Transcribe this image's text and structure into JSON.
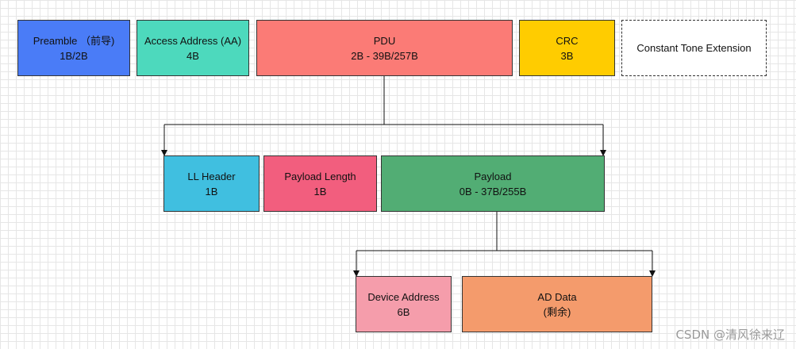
{
  "diagram": {
    "top_row": {
      "preamble": {
        "name": "Preamble （前导)",
        "size": "1B/2B",
        "color": "#4A7CF7"
      },
      "access_address": {
        "name": "Access Address (AA)",
        "size": "4B",
        "color": "#4DD9BD"
      },
      "pdu": {
        "name": "PDU",
        "size": "2B - 39B/257B",
        "color": "#FB7B76"
      },
      "crc": {
        "name": "CRC",
        "size": "3B",
        "color": "#FFCC00"
      },
      "cte": {
        "name": "Constant Tone Extension"
      }
    },
    "pdu_row": {
      "ll_header": {
        "name": "LL Header",
        "size": "1B",
        "color": "#40BFE0"
      },
      "payload_length": {
        "name": "Payload Length",
        "size": "1B",
        "color": "#F25E7E"
      },
      "payload": {
        "name": "Payload",
        "size": "0B - 37B/255B",
        "color": "#52AD74"
      }
    },
    "payload_row": {
      "device_address": {
        "name": "Device Address",
        "size": "6B",
        "color": "#F59DAB"
      },
      "ad_data": {
        "name": "AD Data",
        "size": "(剩余)",
        "color": "#F49B6C"
      }
    }
  },
  "watermark": "CSDN @清风徐来辽"
}
